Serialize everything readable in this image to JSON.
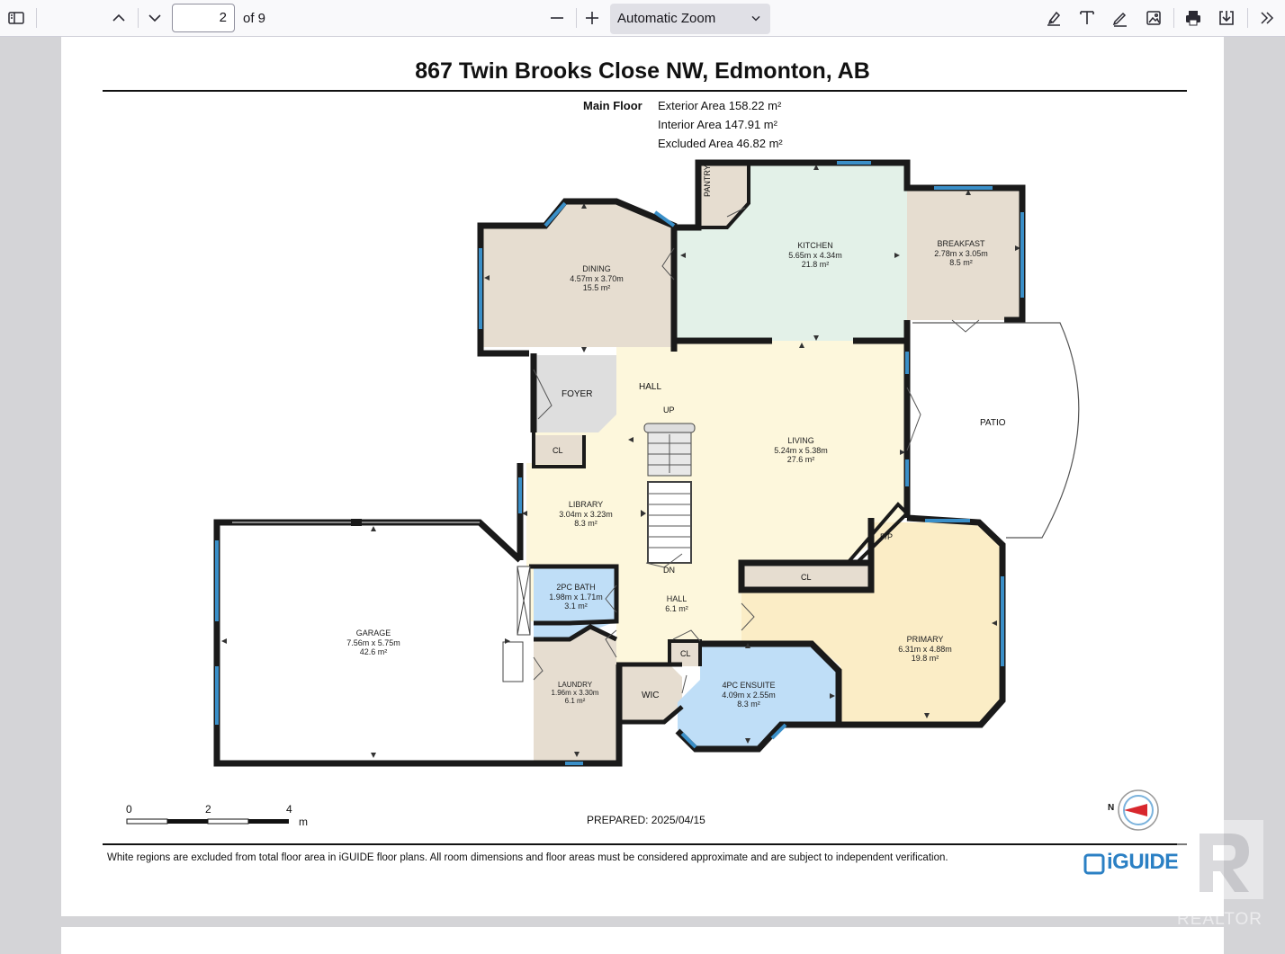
{
  "toolbar": {
    "page_current": "2",
    "page_total": "of 9",
    "zoom_value": "Automatic Zoom",
    "icons": [
      "sidebar-toggle-icon",
      "chevron-up-icon",
      "chevron-down-icon",
      "minus-icon",
      "plus-icon",
      "highlight-icon",
      "text-icon",
      "draw-icon",
      "image-icon",
      "print-icon",
      "save-icon",
      "more-tools-icon"
    ]
  },
  "document": {
    "title": "867 Twin Brooks Close NW, Edmonton, AB",
    "floor_label": "Main Floor",
    "exterior_area": "Exterior Area 158.22 m²",
    "interior_area": "Interior Area 147.91 m²",
    "excluded_area": "Excluded Area 46.82 m²",
    "prepared": "PREPARED: 2025/04/15",
    "disclaimer": "White regions are excluded from total floor area in iGUIDE floor plans. All room dimensions and floor areas must be considered approximate and are subject to independent verification.",
    "brand": "iGUIDE",
    "watermark": "REALTOR",
    "scale": {
      "t0": "0",
      "t2": "2",
      "t4": "4",
      "unit": "m"
    },
    "compass": "N"
  },
  "rooms": {
    "dining": {
      "name": "DINING",
      "dims": "4.57m x 3.70m",
      "area": "15.5 m²"
    },
    "kitchen": {
      "name": "KITCHEN",
      "dims": "5.65m x 4.34m",
      "area": "21.8 m²"
    },
    "breakfast": {
      "name": "BREAKFAST",
      "dims": "2.78m x 3.05m",
      "area": "8.5 m²"
    },
    "pantry": {
      "name": "PANTRY"
    },
    "foyer": {
      "name": "FOYER"
    },
    "hall_top": {
      "name": "HALL"
    },
    "up": {
      "name": "UP"
    },
    "dn": {
      "name": "DN"
    },
    "cl_foyer": {
      "name": "CL"
    },
    "living": {
      "name": "LIVING",
      "dims": "5.24m x 5.38m",
      "area": "27.6 m²"
    },
    "patio": {
      "name": "PATIO"
    },
    "library": {
      "name": "LIBRARY",
      "dims": "3.04m x 3.23m",
      "area": "8.3 m²"
    },
    "fp": {
      "name": "F/P"
    },
    "cl_primary": {
      "name": "CL"
    },
    "bath2": {
      "name": "2PC BATH",
      "dims": "1.98m x 1.71m",
      "area": "3.1 m²"
    },
    "hall": {
      "name": "HALL",
      "area": "6.1 m²"
    },
    "garage": {
      "name": "GARAGE",
      "dims": "7.56m x 5.75m",
      "area": "42.6 m²"
    },
    "primary": {
      "name": "PRIMARY",
      "dims": "6.31m x 4.88m",
      "area": "19.8 m²"
    },
    "cl_hall": {
      "name": "CL"
    },
    "laundry": {
      "name": "LAUNDRY",
      "dims": "1.96m x 3.30m",
      "area": "6.1 m²"
    },
    "wic": {
      "name": "WIC"
    },
    "ensuite": {
      "name": "4PC ENSUITE",
      "dims": "4.09m x 2.55m",
      "area": "8.3 m²"
    }
  },
  "colors": {
    "dining": "#e6ddd0",
    "kitchen": "#e3f1e8",
    "breakfast": "#e6ddd0",
    "living": "#fdf7dc",
    "primary": "#fbedc6",
    "bath": "#bfdef7",
    "foyer": "#dcdcdc",
    "wall": "#1a1a1a",
    "window": "#3a8fc8"
  }
}
